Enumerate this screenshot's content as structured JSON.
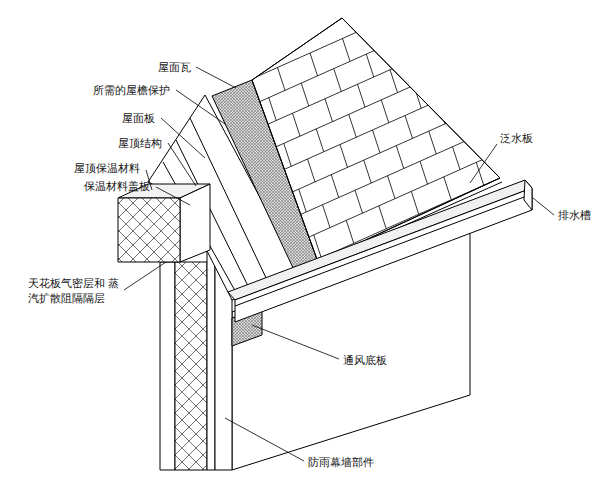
{
  "diagram": {
    "labels": [
      "屋面瓦",
      "所需的屋檐保护",
      "屋面板",
      "屋顶结构",
      "屋顶保温材料",
      "保温材料盖板",
      "天花板气密层和 蒸汽扩散阻隔隔层",
      "泛水板",
      "排水槽",
      "通风底板",
      "防雨幕墙部件"
    ]
  }
}
